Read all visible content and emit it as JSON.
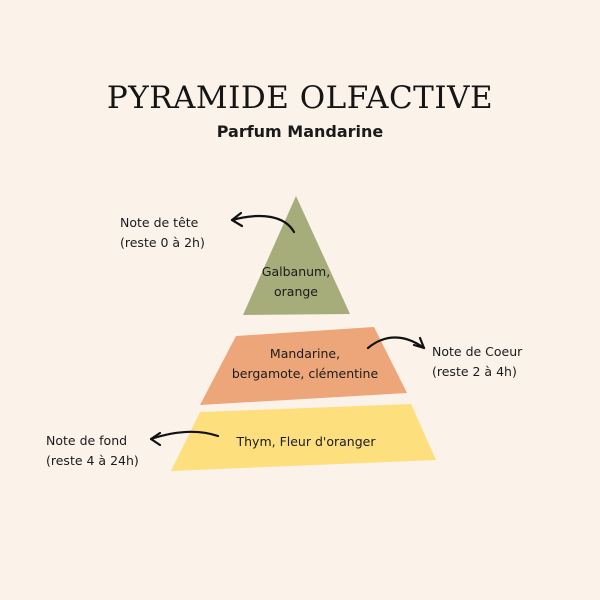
{
  "title": "PYRAMIDE OLFACTIVE",
  "subtitle": "Parfum Mandarine",
  "colors": {
    "background": "#fbf2ea",
    "top": "#a6ad7a",
    "middle": "#eda679",
    "base": "#fde07d"
  },
  "tiers": {
    "top": {
      "notes_line1": "Galbanum,",
      "notes_line2": "orange",
      "label": "Note de tête",
      "duration": "(reste 0 à 2h)"
    },
    "middle": {
      "notes_line1": "Mandarine,",
      "notes_line2": "bergamote, clémentine",
      "label": "Note de Coeur",
      "duration": "(reste 2 à 4h)"
    },
    "base": {
      "notes_line1": "Thym, Fleur d'oranger",
      "label": "Note de fond",
      "duration": "(reste 4 à 24h)"
    }
  },
  "arrows": [
    "curved-arrow-icon",
    "curved-arrow-icon",
    "curved-arrow-icon"
  ]
}
